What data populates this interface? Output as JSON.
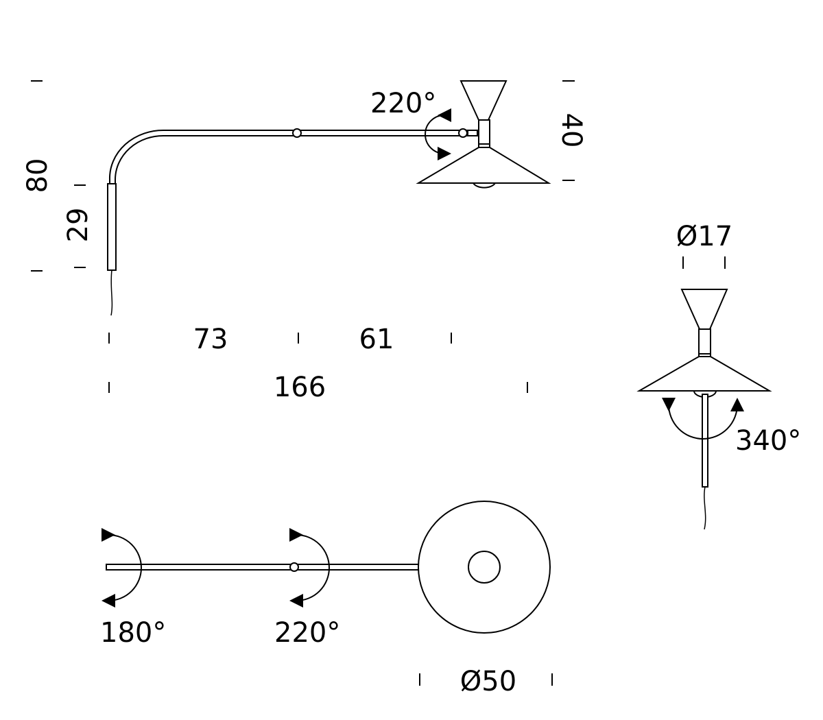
{
  "dimensions": {
    "height_total": "80",
    "height_wall": "29",
    "arm_segment_1": "73",
    "arm_segment_2": "61",
    "reach_total": "166",
    "shade_height": "40",
    "cone_diameter": "Ø17",
    "shade_diameter": "Ø50"
  },
  "rotations": {
    "head_tilt": "220°",
    "wall_swivel": "180°",
    "arm_joint": "220°",
    "shade_rotation": "340°"
  }
}
